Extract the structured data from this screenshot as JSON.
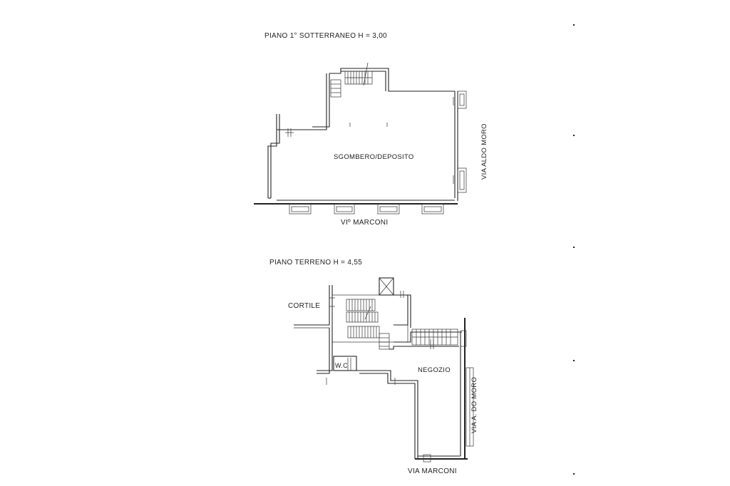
{
  "basement": {
    "title": "PIANO  1° SOTTERRANEO   H = 3,00",
    "room_label": "SGOMBERO/DEPOSITO",
    "street_bottom": "VIº  MARCONI",
    "street_right": "VIA  ALDO MORO"
  },
  "ground": {
    "title": "PIANO  TERRENO  H = 4,55",
    "courtyard_label": "CORTILE",
    "wc_label": "W.C",
    "shop_label": "NEGOZIO",
    "street_right": "VIA  A. DO MORO",
    "street_bottom": "VIA  MARCONI"
  }
}
